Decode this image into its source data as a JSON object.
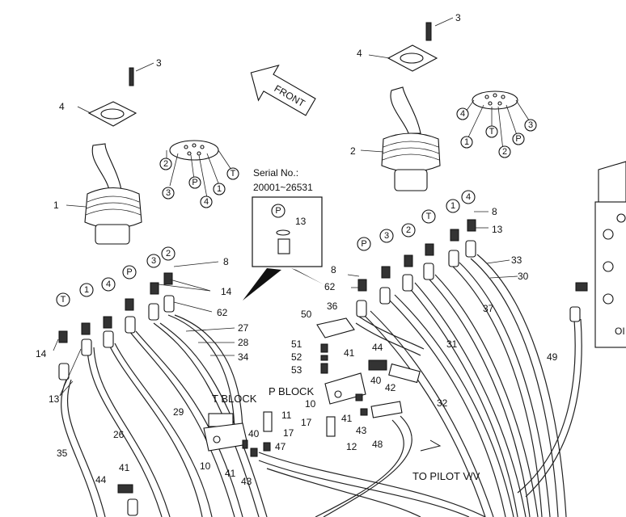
{
  "labels": {
    "front": "FRONT",
    "serial_title": "Serial No.:",
    "serial_range": "20001~26531",
    "t_block": "T BLOCK",
    "p_block": "P BLOCK",
    "to_pilot": "TO PILOT V/V",
    "ol": "OI"
  },
  "callouts": {
    "n1": "1",
    "n2": "2",
    "n3a": "3",
    "n3b": "3",
    "n4a": "4",
    "n4b": "4",
    "n8a": "8",
    "n8b": "8",
    "n8c": "8",
    "n10a": "10",
    "n10b": "10",
    "n11": "11",
    "n12": "12",
    "n13a": "13",
    "n13b": "13",
    "n13c": "13",
    "n14a": "14",
    "n14b": "14",
    "n17a": "17",
    "n17b": "17",
    "n26": "26",
    "n27": "27",
    "n28": "28",
    "n29": "29",
    "n30": "30",
    "n31": "31",
    "n32": "32",
    "n33": "33",
    "n34": "34",
    "n35": "35",
    "n36": "36",
    "n37": "37",
    "n40a": "40",
    "n40b": "40",
    "n41a": "41",
    "n41b": "41",
    "n41c": "41",
    "n41d": "41",
    "n42": "42",
    "n43a": "43",
    "n43b": "43",
    "n44a": "44",
    "n44b": "44",
    "n47": "47",
    "n48": "48",
    "n49": "49",
    "n50": "50",
    "n51": "51",
    "n52": "52",
    "n53": "53",
    "n62a": "62",
    "n62b": "62"
  },
  "port_symbols": {
    "left_top": [
      "2",
      "P",
      "T",
      "3",
      "4",
      "1"
    ],
    "right_top": [
      "4",
      "T",
      "3",
      "1",
      "2",
      "P"
    ],
    "left_row": [
      "T",
      "1",
      "4",
      "P",
      "3",
      "2"
    ],
    "right_row": [
      "P",
      "3",
      "2",
      "T",
      "1",
      "4"
    ],
    "inset": "P"
  }
}
